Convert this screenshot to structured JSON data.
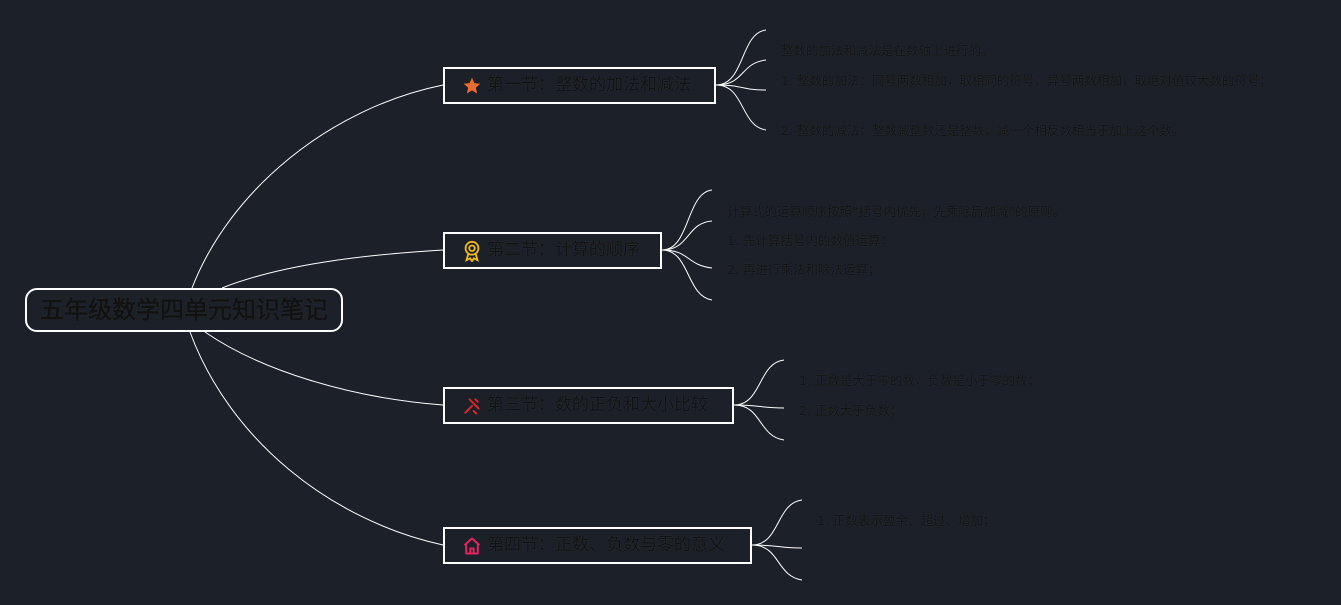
{
  "colors": {
    "background": "#1b2029",
    "line": "#ffffff",
    "text": "#121212",
    "star_icon": "#ee6b2f",
    "medal_icon": "#f2b81d",
    "tools_icon": "#d8262a",
    "house_icon": "#e3245f"
  },
  "central": {
    "title": "五年级数学四单元知识笔记"
  },
  "topics": [
    {
      "icon": "star-icon",
      "title": "第一节：整数的加法和减法",
      "notes": [
        "整数的加法和减法是在数轴上进行的。",
        "1. 整数的加法：同号两数相加，取相同的符号，异号两数相加，取绝对值较大数的符号；",
        "2. 整数的减法：整数减整数还是整数，减一个相反数相当于加上这个数。"
      ]
    },
    {
      "icon": "medal-icon",
      "title": "第二节：计算的顺序",
      "notes": [
        "计算式的运算顺序按照“括号内优先，先乘除后加减”的原则。",
        "1. 先计算括号内的数值运算；",
        "2. 再进行乘法和除法运算；",
        ""
      ]
    },
    {
      "icon": "tools-icon",
      "title": "第三节：数的正负和大小比较",
      "notes": [
        "1. 正数是大于零的数，负数是小于零的数；",
        "2. 正数大于负数；",
        ""
      ]
    },
    {
      "icon": "house-icon",
      "title": "第四节：正数、负数与零的意义",
      "notes": [
        "1. 正数表示盈余、超过、增加；",
        "",
        ""
      ]
    }
  ]
}
